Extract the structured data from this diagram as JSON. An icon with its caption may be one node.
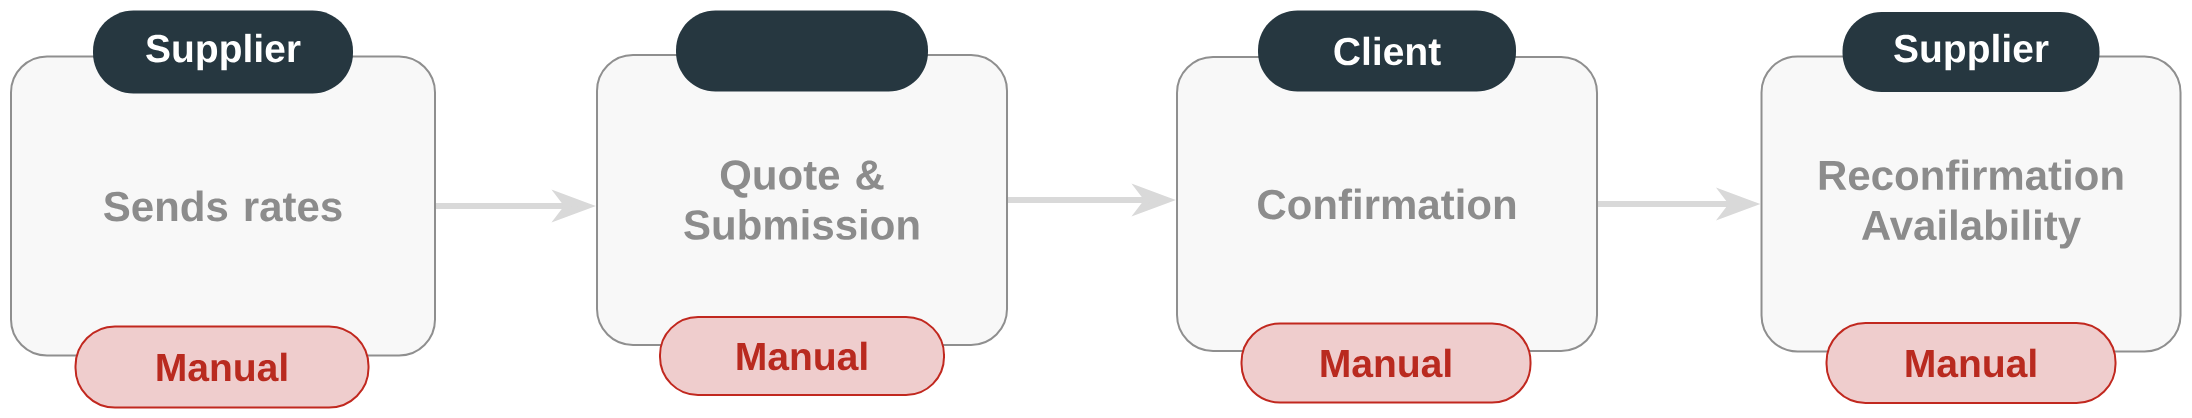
{
  "diagram": {
    "nodes": [
      {
        "text": [
          "Supplier"
        ]
      },
      {
        "text": [
          "Sends rates"
        ]
      },
      {
        "text": [
          "Manual"
        ]
      },
      {
        "text": [],
        "shape": "box"
      },
      {
        "text": [
          "Quote & Submission"
        ]
      },
      {
        "text": [
          "Manual"
        ]
      },
      {
        "text": [
          "Client"
        ]
      },
      {
        "text": [
          "Confirmation"
        ]
      },
      {
        "text": [
          "Manual"
        ]
      },
      {
        "text": [
          "Supplier"
        ]
      },
      {
        "text": [
          "Reconfirmation Availability"
        ]
      },
      {
        "text": [
          "Manual"
        ]
      }
    ],
    "edges": [
      {
        "from": 1,
        "to": 4,
        "arrow": "to"
      },
      {
        "from": 4,
        "to": 7,
        "arrow": "to"
      },
      {
        "from": 7,
        "to": 10,
        "arrow": "to"
      }
    ]
  }
}
